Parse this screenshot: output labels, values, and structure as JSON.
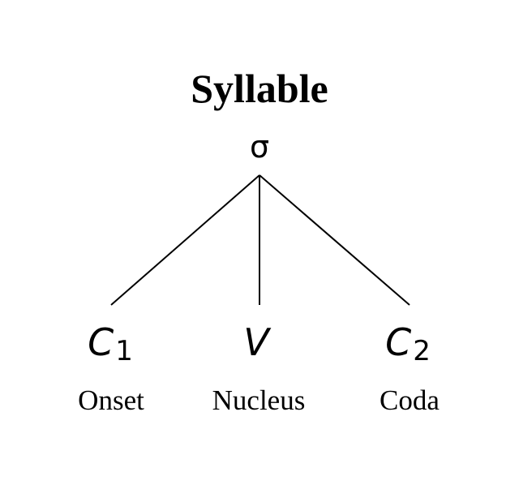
{
  "diagram": {
    "title": "Syllable",
    "root_symbol": "σ",
    "children": [
      {
        "symbol": "C",
        "subscript": "1",
        "label": "Onset"
      },
      {
        "symbol": "V",
        "subscript": "",
        "label": "Nucleus"
      },
      {
        "symbol": "C",
        "subscript": "2",
        "label": "Coda"
      }
    ],
    "colors": {
      "text": "#000000",
      "line": "#000000",
      "background": "#ffffff"
    }
  }
}
